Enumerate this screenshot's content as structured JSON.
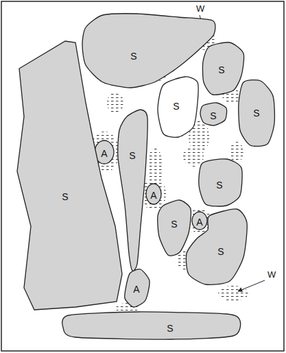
{
  "diagram": {
    "nodes": [
      {
        "text": [
          "S"
        ]
      },
      {
        "text": [
          "S"
        ]
      },
      {
        "text": [
          "S"
        ]
      },
      {
        "text": [
          "S"
        ]
      },
      {
        "text": [
          "S"
        ]
      },
      {
        "text": [
          "A"
        ]
      },
      {
        "text": [
          "S"
        ]
      },
      {
        "text": [
          "A"
        ]
      },
      {
        "text": [
          "S"
        ]
      },
      {
        "text": [
          "S"
        ]
      },
      {
        "text": [
          "S"
        ]
      },
      {
        "text": [
          "A"
        ]
      },
      {
        "text": [
          "S"
        ]
      },
      {
        "text": [
          "A"
        ]
      },
      {
        "text": [
          "S"
        ]
      }
    ],
    "labels": [
      "W",
      "W"
    ]
  }
}
